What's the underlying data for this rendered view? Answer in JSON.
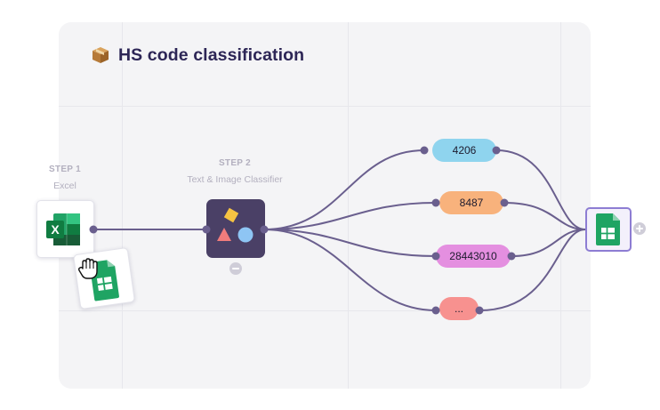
{
  "workflow": {
    "title_icon": "package-icon",
    "title": "HS code classification"
  },
  "steps": [
    {
      "number": "STEP 1",
      "name": "Excel",
      "icon": "excel-icon"
    },
    {
      "number": "STEP 2",
      "name": "Text & Image Classifier",
      "icon": "classifier-shapes-icon"
    }
  ],
  "outputs": [
    {
      "label": "4206",
      "color": "#8fd4ee"
    },
    {
      "label": "8487",
      "color": "#f8b27c"
    },
    {
      "label": "28443010",
      "color": "#e48fe0"
    },
    {
      "label": "...",
      "color": "#f7918f"
    }
  ],
  "colors": {
    "wire": "#6a5f8e",
    "node_dark": "#4a4066",
    "canvas": "#f4f4f6",
    "selected_border": "#8d7dd3"
  },
  "icons": {
    "dragged_card": "google-sheets-icon",
    "cursor": "grab-hand-cursor-icon",
    "output_node": "google-sheets-icon",
    "collapse": "minus-icon",
    "add": "plus-icon"
  }
}
